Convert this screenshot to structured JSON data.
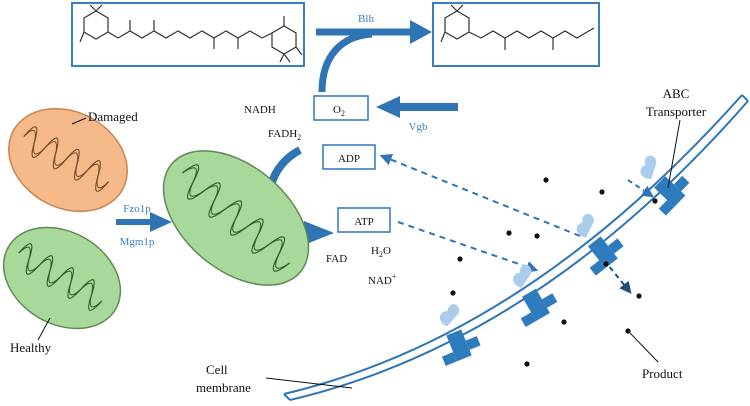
{
  "labels": {
    "damaged": "Damaged",
    "healthy": "Healthy",
    "fzo1p": "Fzo1p",
    "mgm1p": "Mgm1p",
    "blh": "Blh",
    "vgb": "Vgb",
    "o2_main": "O",
    "o2_sub": "2",
    "nadh": "NADH",
    "fadh2_main": "FADH",
    "fadh2_sub": "2",
    "adp": "ADP",
    "atp": "ATP",
    "fad": "FAD",
    "h2o_h": "H",
    "h2o_sub": "2",
    "h2o_o": "O",
    "nad_main": "NAD",
    "nad_sup": "+",
    "abc_line1": "ABC",
    "abc_line2": "Transporter",
    "cell_line1": "Cell",
    "cell_line2": "membrane",
    "product": "Product"
  },
  "colors": {
    "arrow_blue": "#2f75b5",
    "light_blue": "#a9cdea",
    "transporter_blue": "#2e7bbd",
    "damaged_fill": "#f6b98a",
    "damaged_stroke": "#c98550",
    "healthy_fill": "#a9d99a",
    "healthy_stroke": "#5f8a55",
    "box_stroke": "#3a7fc1",
    "label_blue": "#3a7fc1"
  }
}
